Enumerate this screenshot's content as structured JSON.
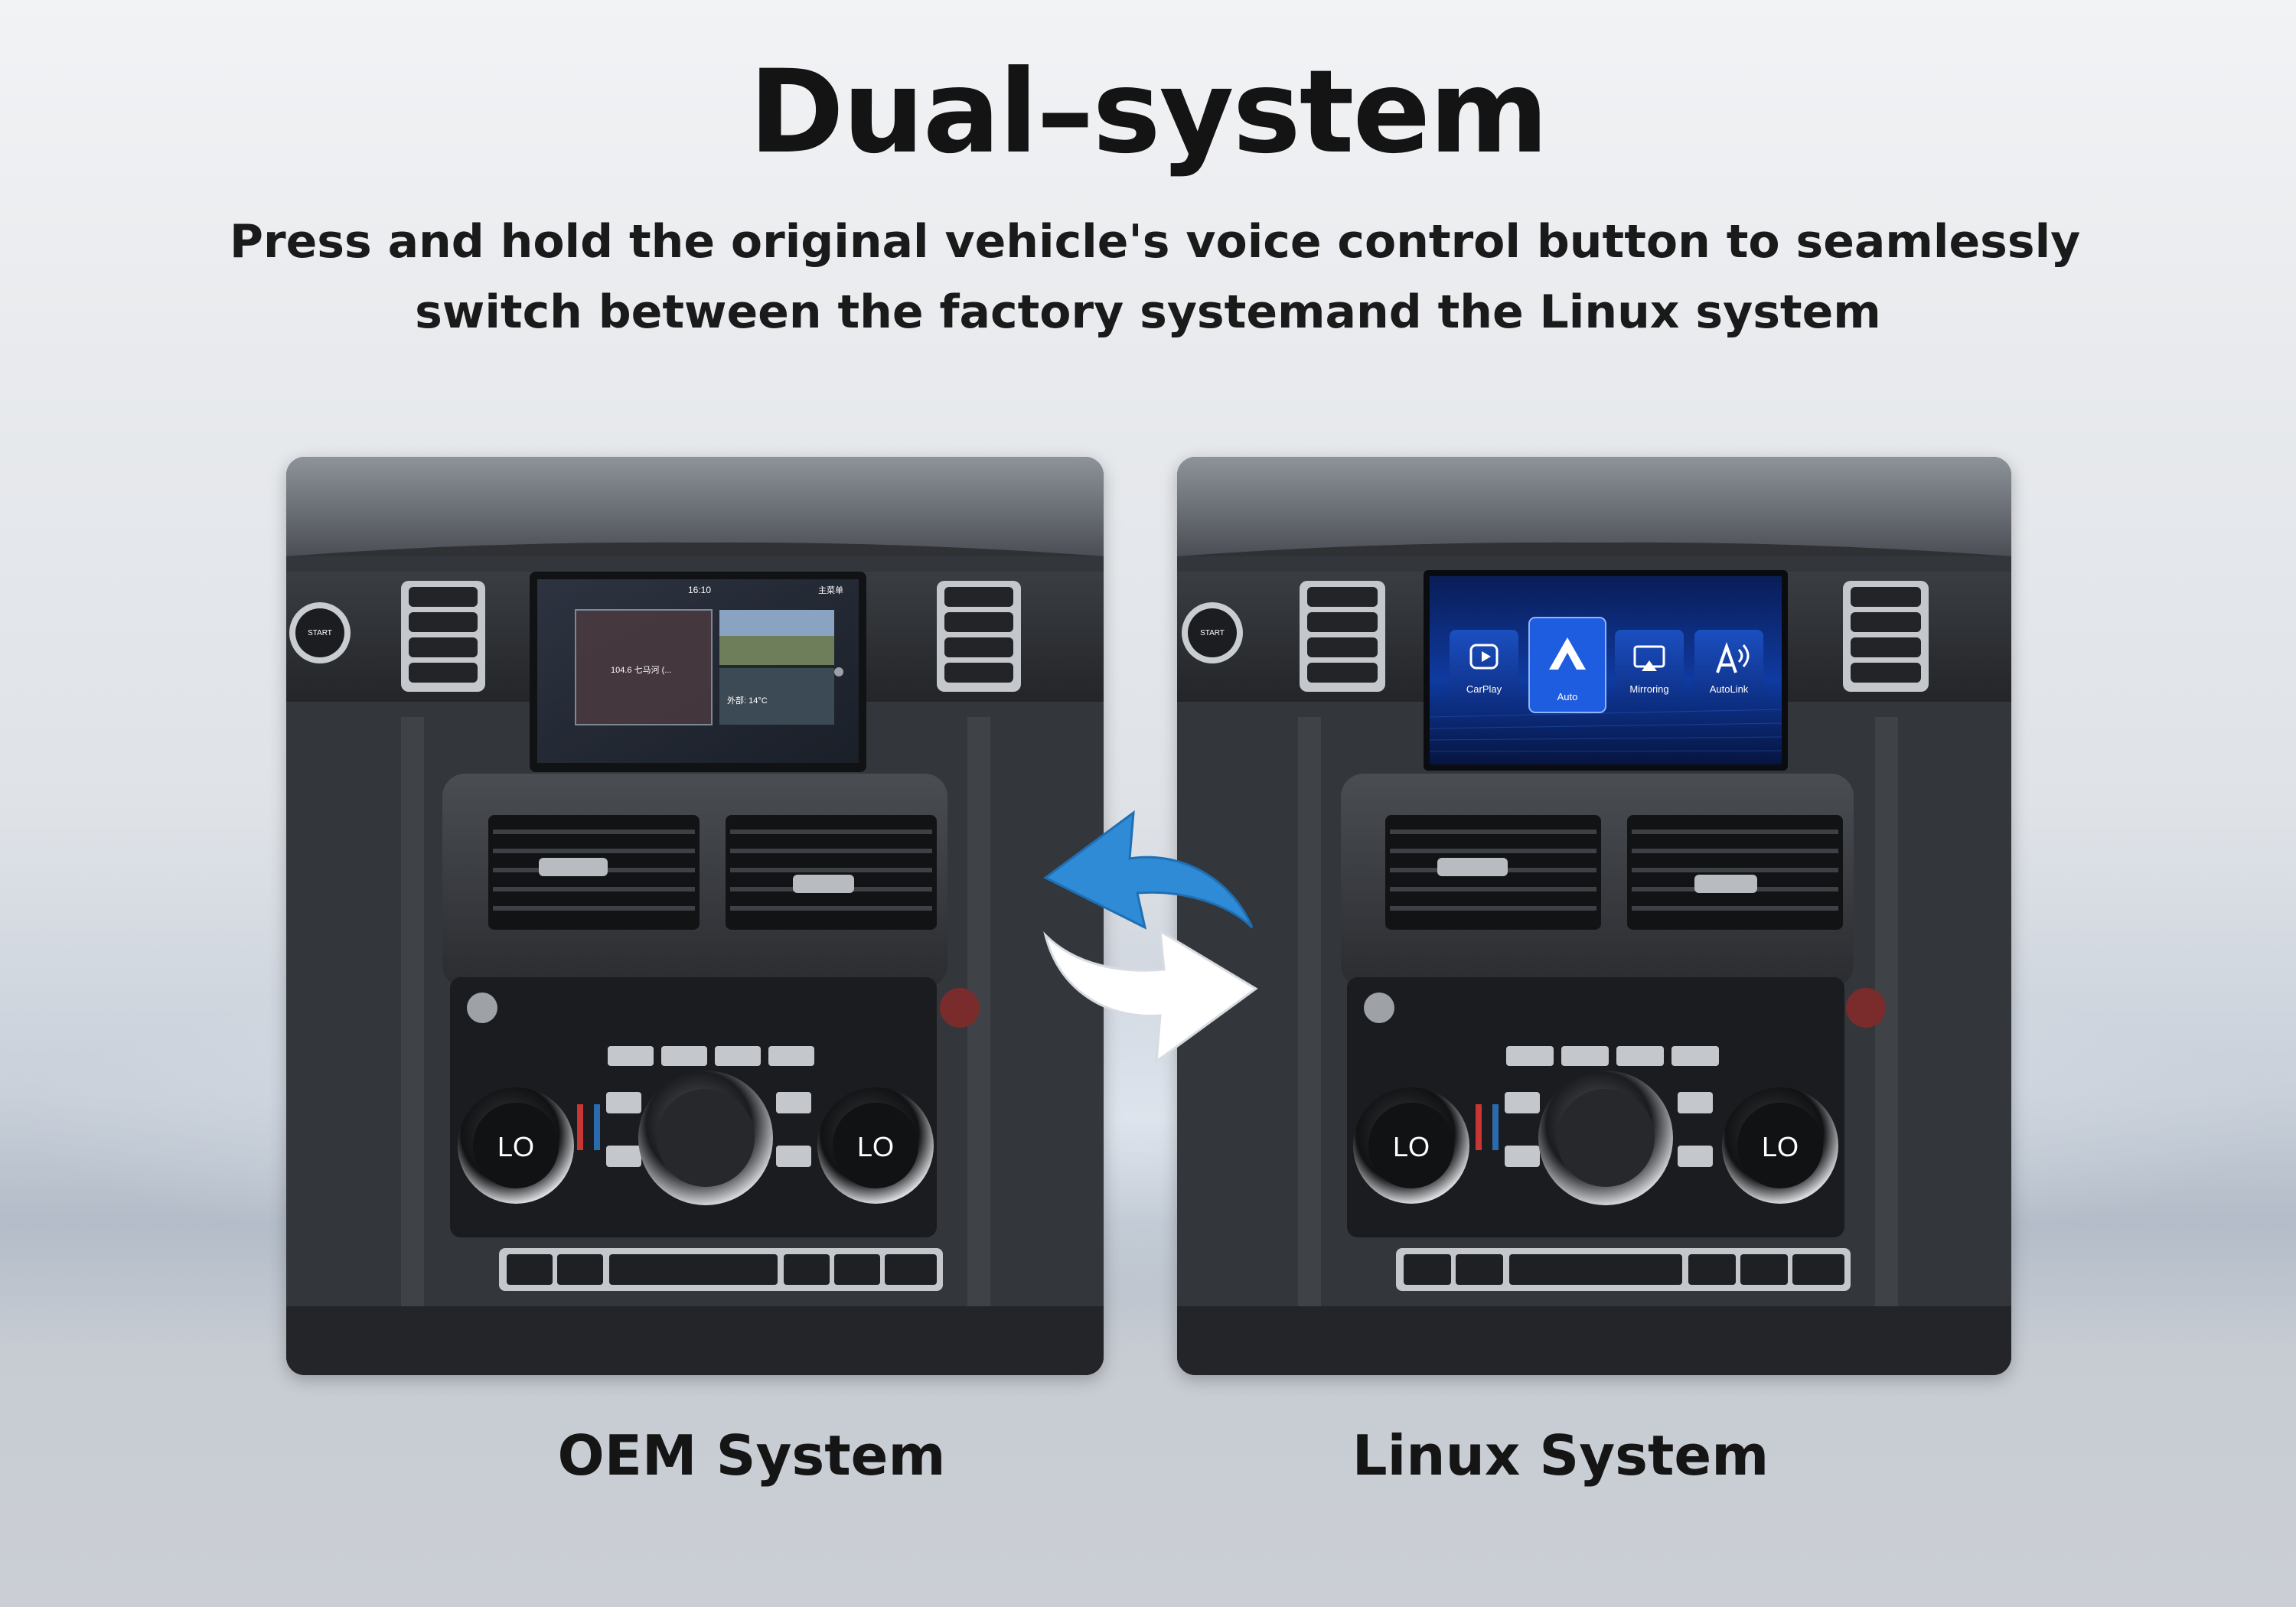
{
  "header": {
    "title": "Dual–system",
    "subtitle_lines": [
      "Press and hold the original vehicle's voice control button to seamlessly",
      "switch between the factory systemand the Linux system"
    ]
  },
  "panels": {
    "oem": {
      "caption": "OEM System",
      "screen": {
        "time": "16:10",
        "radio": "104.6 七马河 (...",
        "temp": "外部: 14°C",
        "status": "主菜单"
      },
      "climate_left": "LO",
      "climate_right": "LO"
    },
    "linux": {
      "caption": "Linux System",
      "apps": [
        {
          "label": "CarPlay",
          "icon": "carplay-icon"
        },
        {
          "label": "Auto",
          "icon": "android-auto-icon"
        },
        {
          "label": "Mirroring",
          "icon": "mirroring-icon"
        },
        {
          "label": "AutoLink",
          "icon": "autolink-icon"
        }
      ],
      "selected_app": "Auto",
      "climate_left": "LO",
      "climate_right": "LO"
    }
  },
  "colors": {
    "switch_arrow_back": "#2f8bd6",
    "switch_arrow_forward": "#ffffff",
    "linux_screen": "#0b2c7a"
  }
}
